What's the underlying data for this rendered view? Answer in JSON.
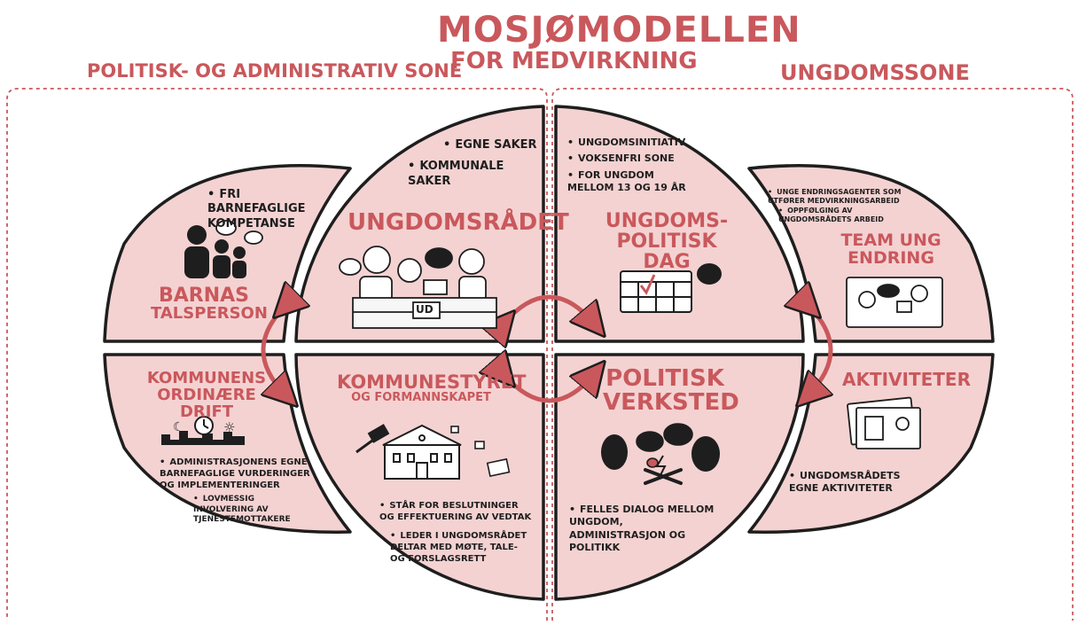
{
  "title": {
    "line1": "MOSJØMODELLEN",
    "line2": "FOR MEDVIRKNING"
  },
  "zones": {
    "left": "POLITISK- OG ADMINISTRATIV SONE",
    "right": "UNGDOMSSONE"
  },
  "colors": {
    "accent": "#c9585c",
    "fill": "#f4d2d2",
    "stroke": "#1e1e1e"
  },
  "sections": {
    "barnas": {
      "bullets": [
        "FRI BARNEFAGLIGE KOMPETANSE"
      ],
      "heading_line1": "BARNAS",
      "heading_line2": "TALSPERSON"
    },
    "ungdomsradet": {
      "bullets": [
        "EGNE SAKER",
        "KOMMUNALE SAKER"
      ],
      "heading": "UNGDOMSRÅDET",
      "desk_label": "UD"
    },
    "dag": {
      "bullets": [
        "UNGDOMSINITIATIV",
        "VOKSENFRI SONE",
        "FOR UNGDOM MELLOM 13 OG 19 ÅR"
      ],
      "heading_line1": "UNGDOMS-",
      "heading_line2": "POLITISK DAG"
    },
    "team": {
      "bullets": [
        "UNGE ENDRINGSAGENTER SOM UTFØRER MEDVIRKNINGSARBEID",
        "OPPFØLGING AV UNGDOMSRÅDETS ARBEID"
      ],
      "heading_line1": "TEAM UNG",
      "heading_line2": "ENDRING"
    },
    "drift": {
      "heading_line1": "KOMMUNENS",
      "heading_line2": "ORDINÆRE DRIFT",
      "bullets": [
        "ADMINISTRASJONENS EGNE BARNEFAGLIGE VURDERINGER OG IMPLEMENTERINGER",
        "LOVMESSIG INVOLVERING AV TJENESTEMOTTAKERE"
      ]
    },
    "kommunestyret": {
      "heading_line1": "KOMMUNESTYRET",
      "heading_line2": "OG FORMANNSKAPET",
      "bullets": [
        "STÅR FOR BESLUTNINGER OG EFFEKTUERING AV VEDTAK",
        "LEDER I UNGDOMSRÅDET DELTAR MED MØTE, TALE- OG FORSLAGSRETT"
      ]
    },
    "verksted": {
      "heading_line1": "POLITISK",
      "heading_line2": "VERKSTED",
      "bullets": [
        "FELLES DIALOG MELLOM UNGDOM, ADMINISTRASJON OG POLITIKK"
      ]
    },
    "aktiviteter": {
      "heading": "AKTIVITETER",
      "bullets": [
        "UNGDOMSRÅDETS EGNE AKTIVITETER"
      ]
    }
  }
}
